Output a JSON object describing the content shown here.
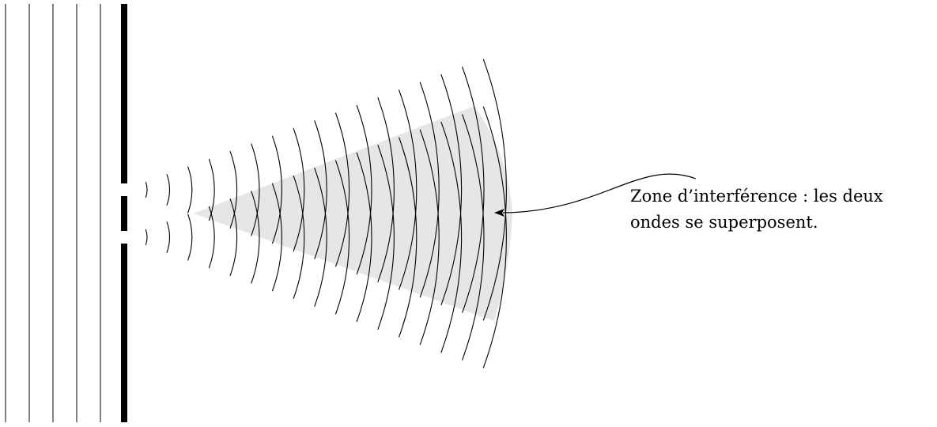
{
  "annotation": {
    "line1": "Zone d’interférence : les deux",
    "line2": "ondes se superposent."
  },
  "colors": {
    "stroke": "#000000",
    "interference_zone": "#e6e6e6"
  },
  "diagram": {
    "incident_plane_waves": 5,
    "slits": 2,
    "wavefronts_per_slit": 17
  }
}
